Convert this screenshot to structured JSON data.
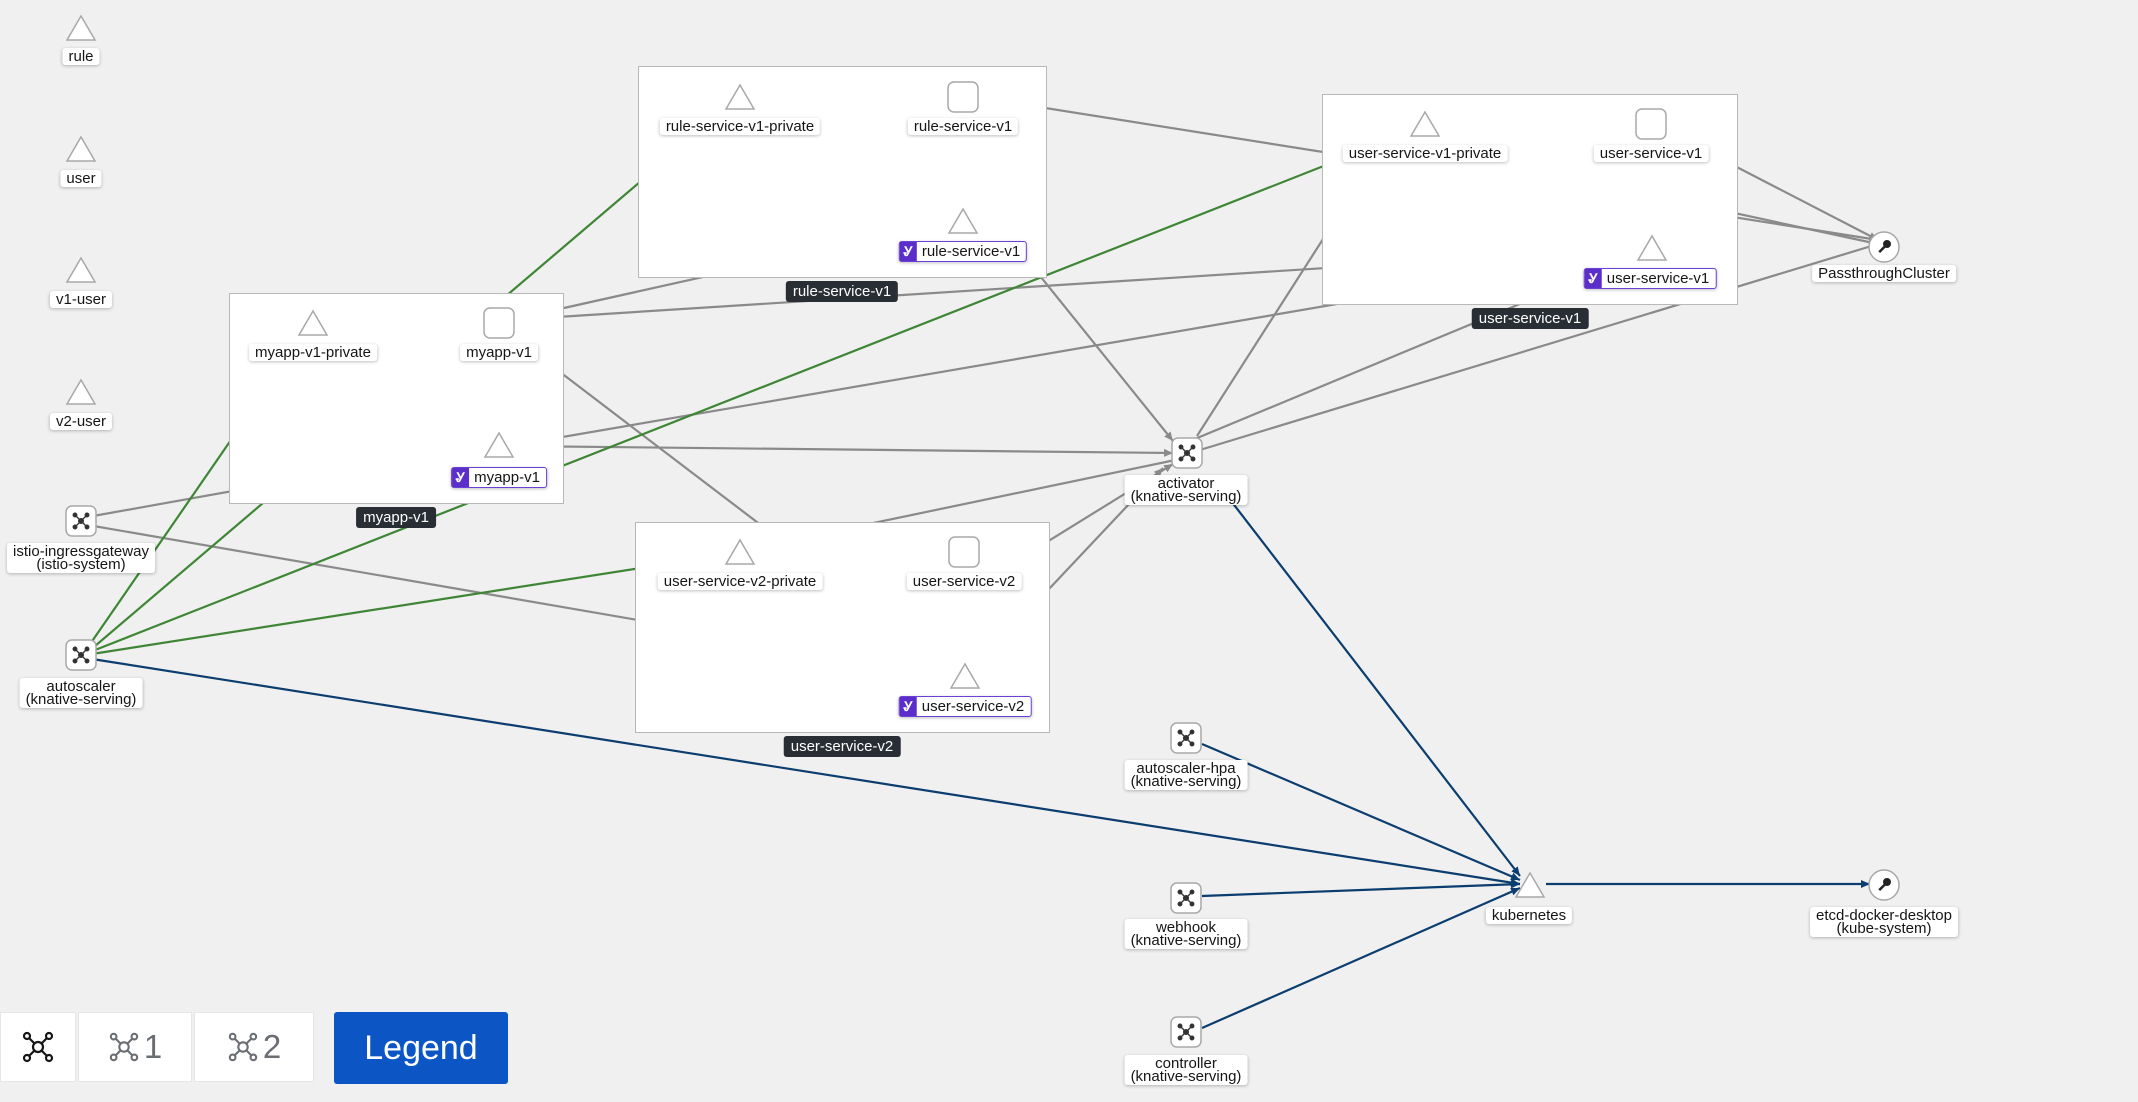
{
  "nodes": {
    "rule": "rule",
    "user": "user",
    "v1_user": "v1-user",
    "v2_user": "v2-user",
    "istio_gw": [
      "istio-ingressgateway",
      "(istio-system)"
    ],
    "autoscaler": [
      "autoscaler",
      "(knative-serving)"
    ],
    "myapp_v1_private": "myapp-v1-private",
    "myapp_v1_workload": "myapp-v1",
    "myapp_v1_service": "myapp-v1",
    "rule_service_v1_private": "rule-service-v1-private",
    "rule_service_v1_workload": "rule-service-v1",
    "rule_service_v1_service": "rule-service-v1",
    "user_service_v2_private": "user-service-v2-private",
    "user_service_v2_workload": "user-service-v2",
    "user_service_v2_service": "user-service-v2",
    "user_service_v1_private": "user-service-v1-private",
    "user_service_v1_workload": "user-service-v1",
    "user_service_v1_service": "user-service-v1",
    "activator": [
      "activator",
      "(knative-serving)"
    ],
    "passthrough": "PassthroughCluster",
    "autoscaler_hpa": [
      "autoscaler-hpa",
      "(knative-serving)"
    ],
    "webhook": [
      "webhook",
      "(knative-serving)"
    ],
    "controller": [
      "controller",
      "(knative-serving)"
    ],
    "kubernetes": "kubernetes",
    "etcd": [
      "etcd-docker-desktop",
      "(kube-system)"
    ]
  },
  "boxes": {
    "myapp_v1": "myapp-v1",
    "rule_service_v1": "rule-service-v1",
    "user_service_v2": "user-service-v2",
    "user_service_v1": "user-service-v1"
  },
  "toolbar": {
    "layout_1_label": "1",
    "layout_2_label": "2",
    "legend_label": "Legend"
  },
  "colors": {
    "edge_green": "#3e8635",
    "edge_gray": "#8a8a8a",
    "edge_blue": "#0b3d6e",
    "service_badge": "#5b2ec9",
    "legend_button": "#0b56c4"
  }
}
